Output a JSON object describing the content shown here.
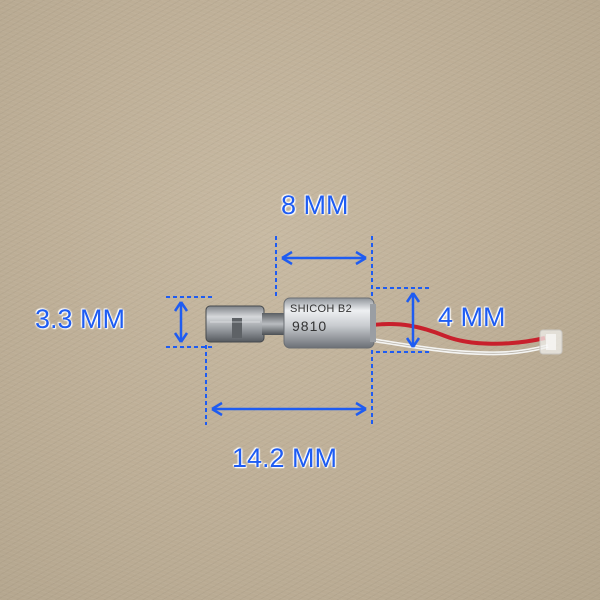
{
  "image": {
    "subject": "vibration-motor-photo",
    "background_color": "#bfb098",
    "annotation_color": "#1e5cf2"
  },
  "dimensions": {
    "length_body": "8 MM",
    "diameter_weight": "3.3 MM",
    "diameter_body": "4 MM",
    "length_total": "14.2 MM"
  },
  "motor_print": {
    "brand": "SHICOH B2",
    "code": "9810"
  },
  "wires": {
    "colors": [
      "#c8202c",
      "#f4f4f2"
    ]
  }
}
